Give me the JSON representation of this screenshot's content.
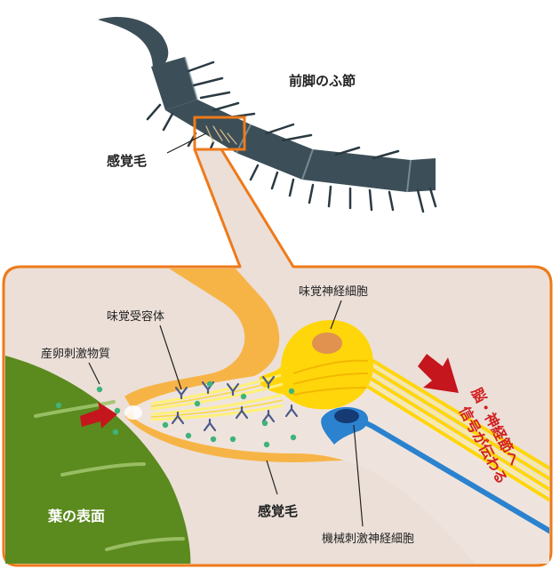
{
  "labels": {
    "foreleg_segment": "前脚のふ節",
    "sensory_hair_top": "感覚毛",
    "gustatory_neuron": "味覚神経細胞",
    "taste_receptor": "味覚受容体",
    "oviposition_stimulant": "産卵刺激物質",
    "leaf_surface": "葉の表面",
    "sensory_hair_bottom": "感覚毛",
    "mechanosensory_neuron": "機械刺激神経細胞",
    "signal_line1": "脳・神経節へ",
    "signal_line2": "信号が伝わる"
  },
  "colors": {
    "leg": "#3c4f58",
    "leg_spine": "#2b3a42",
    "callout": "#ee7a1a",
    "inner_bg": "#ebdfd8",
    "sheath": "#f7b446",
    "dendrite": "#fff07a",
    "neuron": "#ffd60a",
    "neuron_nucleus": "#e0924e",
    "mech_neuron": "#2b82cf",
    "mech_nucleus": "#163a73",
    "leaf": "#5b8a1f",
    "molecule": "#3fb37a",
    "receptor": "#4a5a8a",
    "arrow": "#c4161c"
  }
}
